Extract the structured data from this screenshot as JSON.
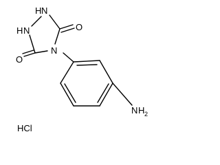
{
  "molecule": {
    "atoms": {
      "n1_h": "H",
      "n1": "N",
      "n2_h": "H",
      "n2": "N",
      "n4": "N",
      "o1": "O",
      "o2": "O",
      "amine_n": "N",
      "amine_h2": "H",
      "amine_h2_sub": "2"
    },
    "salt": "HCl"
  }
}
